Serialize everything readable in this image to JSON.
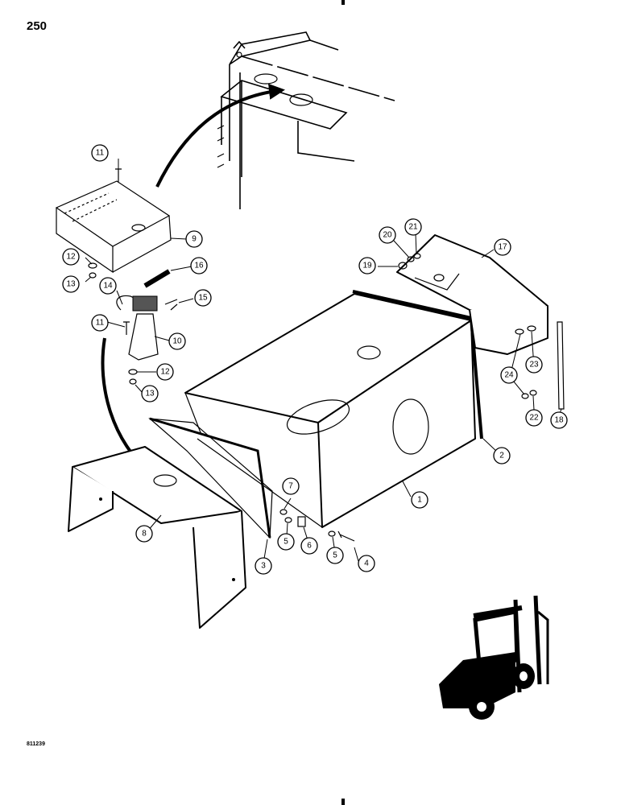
{
  "page": {
    "number": "250",
    "drawing_code": "811239"
  },
  "callouts": [
    {
      "id": "c1",
      "label": "1"
    },
    {
      "id": "c2",
      "label": "2"
    },
    {
      "id": "c3",
      "label": "3"
    },
    {
      "id": "c4",
      "label": "4"
    },
    {
      "id": "c5a",
      "label": "5"
    },
    {
      "id": "c5b",
      "label": "5"
    },
    {
      "id": "c6",
      "label": "6"
    },
    {
      "id": "c7",
      "label": "7"
    },
    {
      "id": "c8",
      "label": "8"
    },
    {
      "id": "c9",
      "label": "9"
    },
    {
      "id": "c10",
      "label": "10"
    },
    {
      "id": "c11a",
      "label": "11"
    },
    {
      "id": "c11b",
      "label": "11"
    },
    {
      "id": "c12a",
      "label": "12"
    },
    {
      "id": "c12b",
      "label": "12"
    },
    {
      "id": "c13a",
      "label": "13"
    },
    {
      "id": "c13b",
      "label": "13"
    },
    {
      "id": "c14",
      "label": "14"
    },
    {
      "id": "c15",
      "label": "15"
    },
    {
      "id": "c16",
      "label": "16"
    },
    {
      "id": "c17",
      "label": "17"
    },
    {
      "id": "c18",
      "label": "18"
    },
    {
      "id": "c19",
      "label": "19"
    },
    {
      "id": "c20",
      "label": "20"
    },
    {
      "id": "c21",
      "label": "21"
    },
    {
      "id": "c22",
      "label": "22"
    },
    {
      "id": "c23",
      "label": "23"
    },
    {
      "id": "c24",
      "label": "24"
    }
  ]
}
